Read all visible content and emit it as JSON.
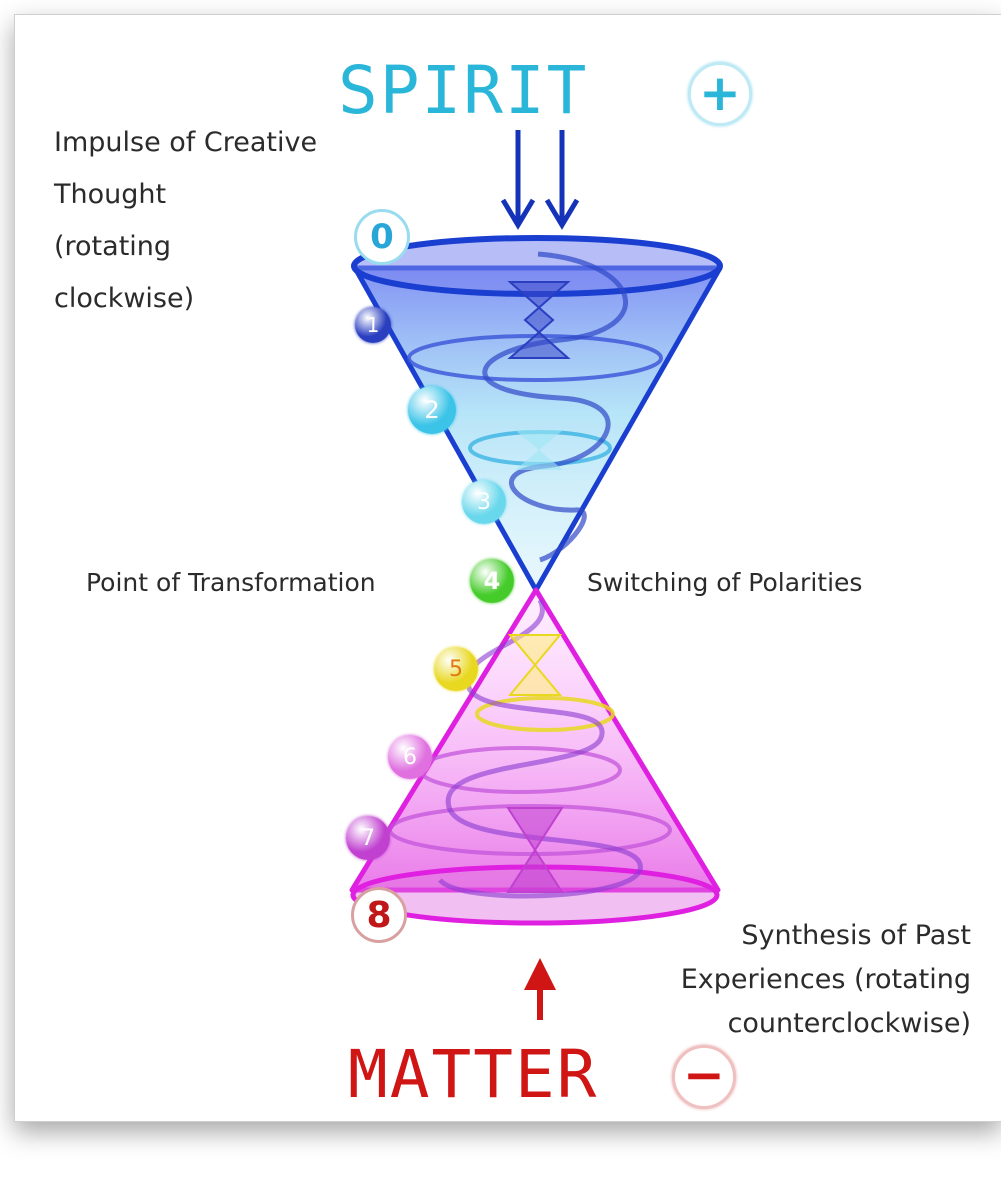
{
  "top_label": {
    "word": "SPIRIT",
    "symbol": "+"
  },
  "bottom_label": {
    "word": "MATTER",
    "symbol": "−"
  },
  "notes": {
    "impulse": [
      "Impulse of Creative",
      "Thought",
      "(rotating",
      "clockwise)"
    ],
    "transformation": "Point of Transformation",
    "polarities": "Switching of Polarities",
    "synthesis": [
      "Synthesis of Past",
      "Experiences (rotating",
      "counterclockwise)"
    ]
  },
  "stages": [
    {
      "label": "0",
      "color": "#1a4fd8"
    },
    {
      "label": "1",
      "color": "#2a3fc0"
    },
    {
      "label": "2",
      "color": "#3cc4e8"
    },
    {
      "label": "3",
      "color": "#6ad8ec"
    },
    {
      "label": "4",
      "color": "#45cc2a"
    },
    {
      "label": "5",
      "color": "#e8d820"
    },
    {
      "label": "6",
      "color": "#e070e0"
    },
    {
      "label": "7",
      "color": "#c040d0"
    },
    {
      "label": "8",
      "color": "#c01818"
    }
  ],
  "colors": {
    "spirit": "#29b6d8",
    "matter": "#d01515",
    "upper_cone": "#1a3fd0",
    "lower_cone": "#e020e0",
    "arrow_down": "#1533b8",
    "arrow_up": "#d01515"
  }
}
